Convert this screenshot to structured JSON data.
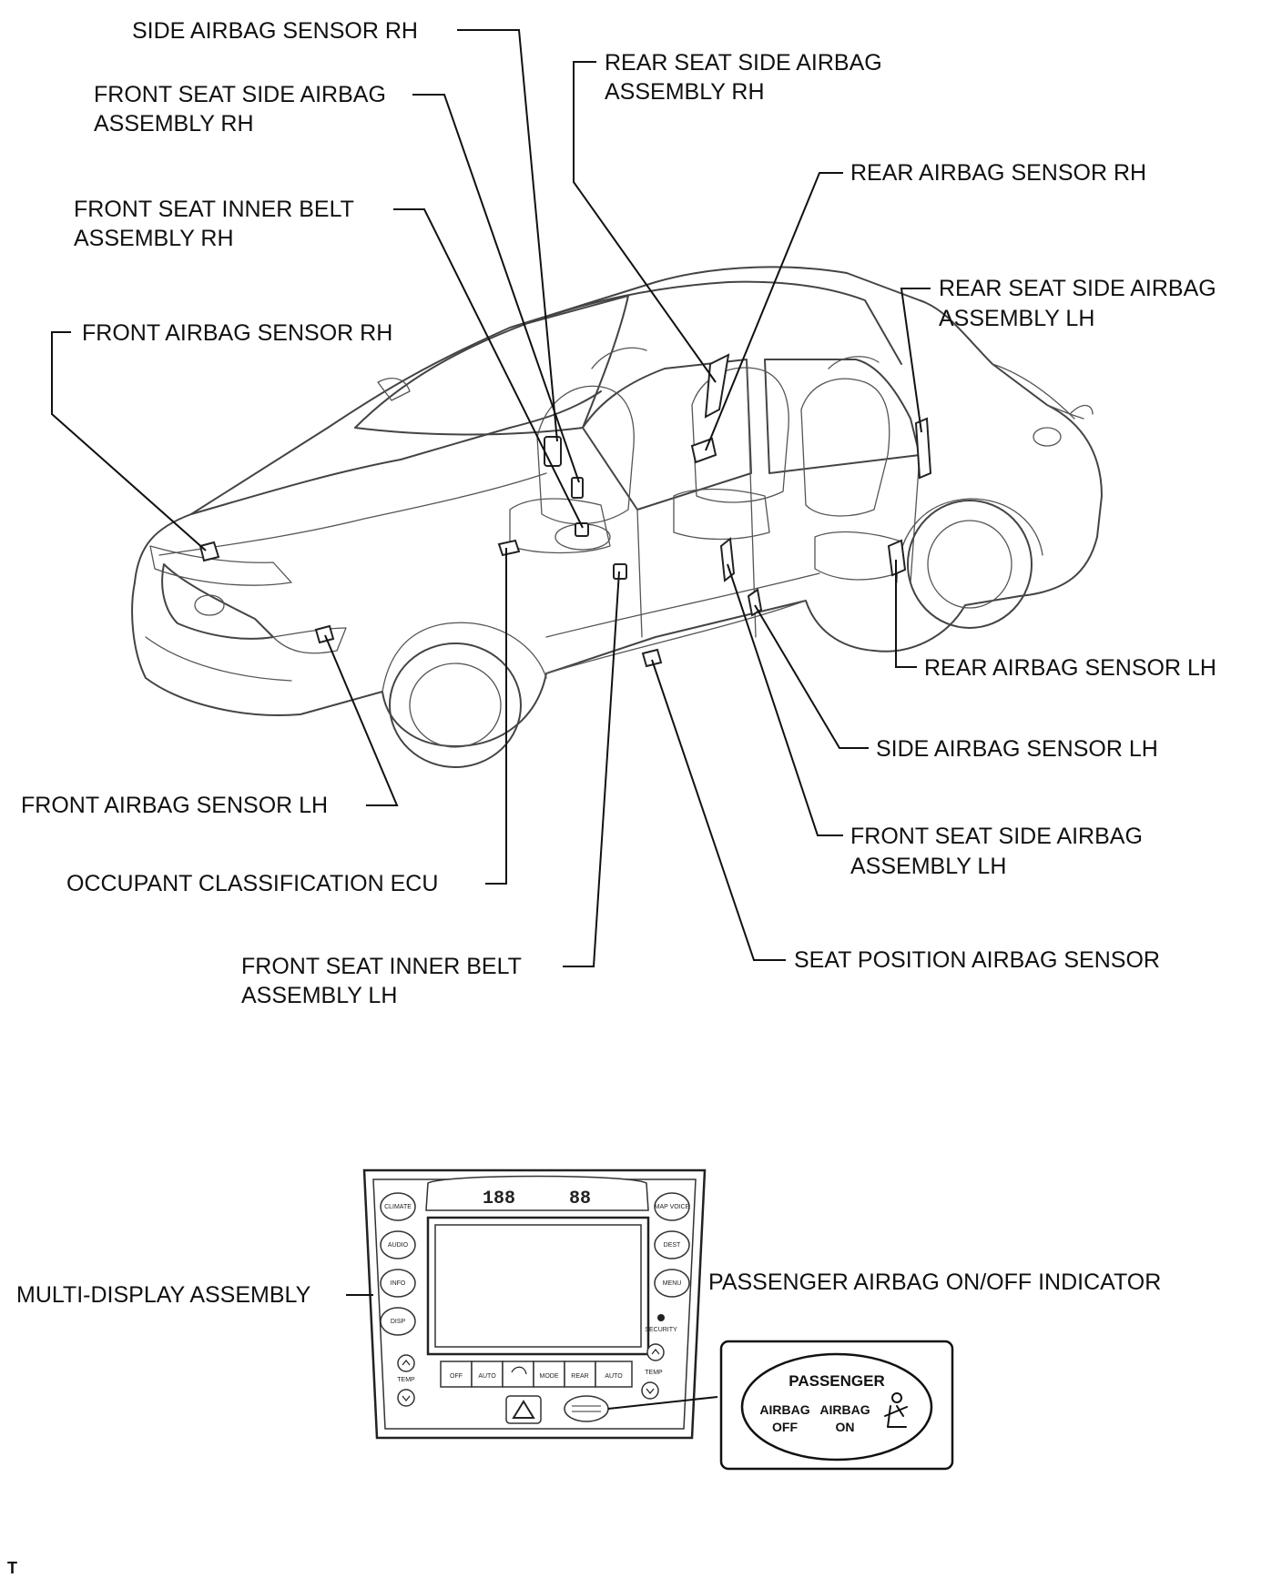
{
  "labels": {
    "side_airbag_sensor_rh": "SIDE AIRBAG SENSOR RH",
    "front_seat_side_airbag_rh": {
      "line1": "FRONT SEAT SIDE AIRBAG",
      "line2": "ASSEMBLY RH"
    },
    "front_seat_inner_belt_rh": {
      "line1": "FRONT SEAT INNER BELT",
      "line2": "ASSEMBLY RH"
    },
    "front_airbag_sensor_rh": "FRONT AIRBAG SENSOR RH",
    "rear_seat_side_airbag_rh": {
      "line1": "REAR SEAT SIDE AIRBAG",
      "line2": "ASSEMBLY RH"
    },
    "rear_airbag_sensor_rh": "REAR AIRBAG SENSOR RH",
    "rear_seat_side_airbag_lh": {
      "line1": "REAR SEAT SIDE AIRBAG",
      "line2": "ASSEMBLY LH"
    },
    "rear_airbag_sensor_lh": "REAR AIRBAG SENSOR LH",
    "side_airbag_sensor_lh": "SIDE AIRBAG SENSOR LH",
    "front_airbag_sensor_lh": "FRONT AIRBAG SENSOR LH",
    "front_seat_side_airbag_lh": {
      "line1": "FRONT SEAT SIDE AIRBAG",
      "line2": "ASSEMBLY LH"
    },
    "occupant_classification_ecu": "OCCUPANT CLASSIFICATION ECU",
    "front_seat_inner_belt_lh": {
      "line1": "FRONT SEAT INNER BELT",
      "line2": "ASSEMBLY LH"
    },
    "seat_position_airbag_sensor": "SEAT POSITION AIRBAG SENSOR",
    "multi_display_assembly": "MULTI-DISPLAY ASSEMBLY",
    "passenger_airbag_indicator": "PASSENGER AIRBAG ON/OFF INDICATOR"
  },
  "indicator": {
    "title": "PASSENGER",
    "off_line1": "AIRBAG",
    "off_line2": "OFF",
    "on_line1": "AIRBAG",
    "on_line2": "ON"
  },
  "panel": {
    "display_left": "188",
    "display_right": "88",
    "left_buttons": [
      "CLIMATE",
      "AUDIO",
      "INFO",
      "DISP"
    ],
    "right_buttons": [
      "MAP VOICE",
      "DEST",
      "MENU"
    ],
    "security": "SECURITY",
    "temp_left": "TEMP",
    "temp_right": "TEMP",
    "bottom_buttons": [
      "OFF",
      "AUTO",
      "",
      "MODE",
      "REAR",
      "AUTO"
    ]
  },
  "footer": {
    "mark": "T"
  }
}
